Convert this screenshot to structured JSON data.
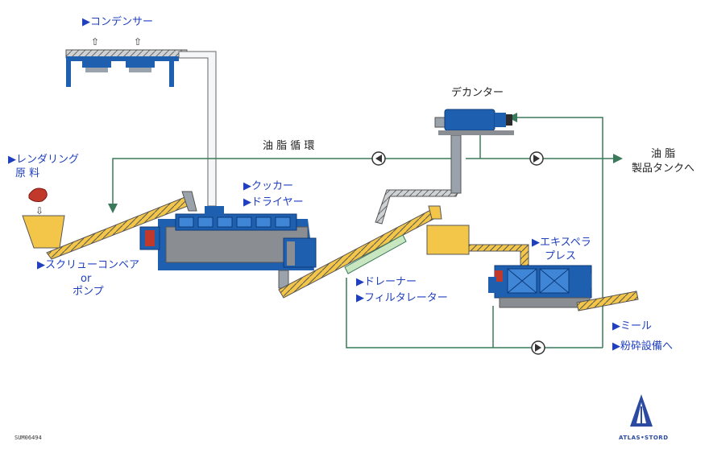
{
  "labels": {
    "condenser": "▶コンデンサー",
    "rendering_raw_1": "▶レンダリング",
    "rendering_raw_2": "原 料",
    "oil_circulation": "油 脂 循 環",
    "oil_product_1": "油 脂",
    "oil_product_2": "製品タンクへ",
    "decanter": "デカンター",
    "cooker": "▶クッカー",
    "dryer": "▶ドライヤー",
    "screw_conveyor": "▶スクリューコンベア",
    "or": "or",
    "pump": "ポンプ",
    "drainer": "▶ドレーナー",
    "filtrator": "▶フィルタレーター",
    "expeller_1": "▶エキスペラ",
    "expeller_2": "プレス",
    "mill": "▶ミール",
    "crusher": "▶粉砕設備へ",
    "code": "SUM06494",
    "logo": "ATLAS•STORD"
  },
  "colors": {
    "equipment_blue": "#1e5fb0",
    "equipment_gray": "#8a8e93",
    "conveyor_yellow": "#f3c64a",
    "pipe_green": "#3a7a5a",
    "label_blue": "#1f3fbf"
  }
}
